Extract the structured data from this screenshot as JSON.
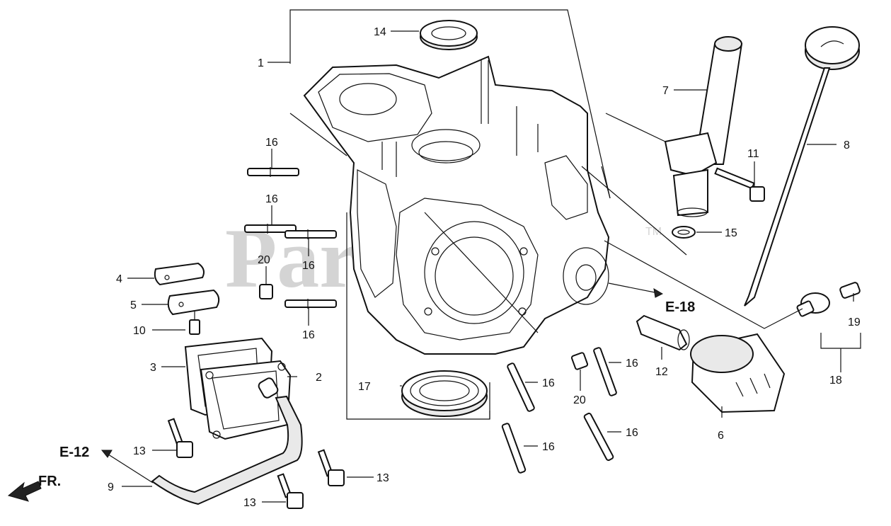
{
  "watermark": {
    "text": "PartsTree",
    "trademark": "TM"
  },
  "direction": {
    "label": "FR."
  },
  "references": [
    {
      "id": "ref-e12",
      "text": "E-12"
    },
    {
      "id": "ref-e18",
      "text": "E-18"
    }
  ],
  "callouts": [
    {
      "id": "c1",
      "text": "1",
      "part": "crankcase"
    },
    {
      "id": "c2",
      "text": "2",
      "part": "breather-cover"
    },
    {
      "id": "c3",
      "text": "3",
      "part": "breather-gasket"
    },
    {
      "id": "c4",
      "text": "4",
      "part": "reed-plate"
    },
    {
      "id": "c5",
      "text": "5",
      "part": "reed-valve"
    },
    {
      "id": "c6",
      "text": "6",
      "part": "oil-filter"
    },
    {
      "id": "c7",
      "text": "7",
      "part": "oil-filler-tube"
    },
    {
      "id": "c8",
      "text": "8",
      "part": "dipstick"
    },
    {
      "id": "c9",
      "text": "9",
      "part": "breather-tube"
    },
    {
      "id": "c10",
      "text": "10",
      "part": "screw"
    },
    {
      "id": "c11",
      "text": "11",
      "part": "bolt"
    },
    {
      "id": "c12",
      "text": "12",
      "part": "filter-joint"
    },
    {
      "id": "c13a",
      "text": "13",
      "part": "bolt"
    },
    {
      "id": "c13b",
      "text": "13",
      "part": "bolt"
    },
    {
      "id": "c13c",
      "text": "13",
      "part": "bolt"
    },
    {
      "id": "c14",
      "text": "14",
      "part": "oil-seal"
    },
    {
      "id": "c15",
      "text": "15",
      "part": "o-ring"
    },
    {
      "id": "c16a",
      "text": "16",
      "part": "stud-bolt"
    },
    {
      "id": "c16b",
      "text": "16",
      "part": "stud-bolt"
    },
    {
      "id": "c16c",
      "text": "16",
      "part": "stud-bolt"
    },
    {
      "id": "c16d",
      "text": "16",
      "part": "stud-bolt"
    },
    {
      "id": "c16e",
      "text": "16",
      "part": "stud-bolt"
    },
    {
      "id": "c16f",
      "text": "16",
      "part": "stud-bolt"
    },
    {
      "id": "c16g",
      "text": "16",
      "part": "stud-bolt"
    },
    {
      "id": "c16h",
      "text": "16",
      "part": "stud-bolt"
    },
    {
      "id": "c17",
      "text": "17",
      "part": "bearing"
    },
    {
      "id": "c18",
      "text": "18",
      "part": "oil-pressure-switch-set"
    },
    {
      "id": "c19",
      "text": "19",
      "part": "switch-terminal"
    },
    {
      "id": "c20a",
      "text": "20",
      "part": "dowel-pin"
    },
    {
      "id": "c20b",
      "text": "20",
      "part": "dowel-pin"
    }
  ]
}
